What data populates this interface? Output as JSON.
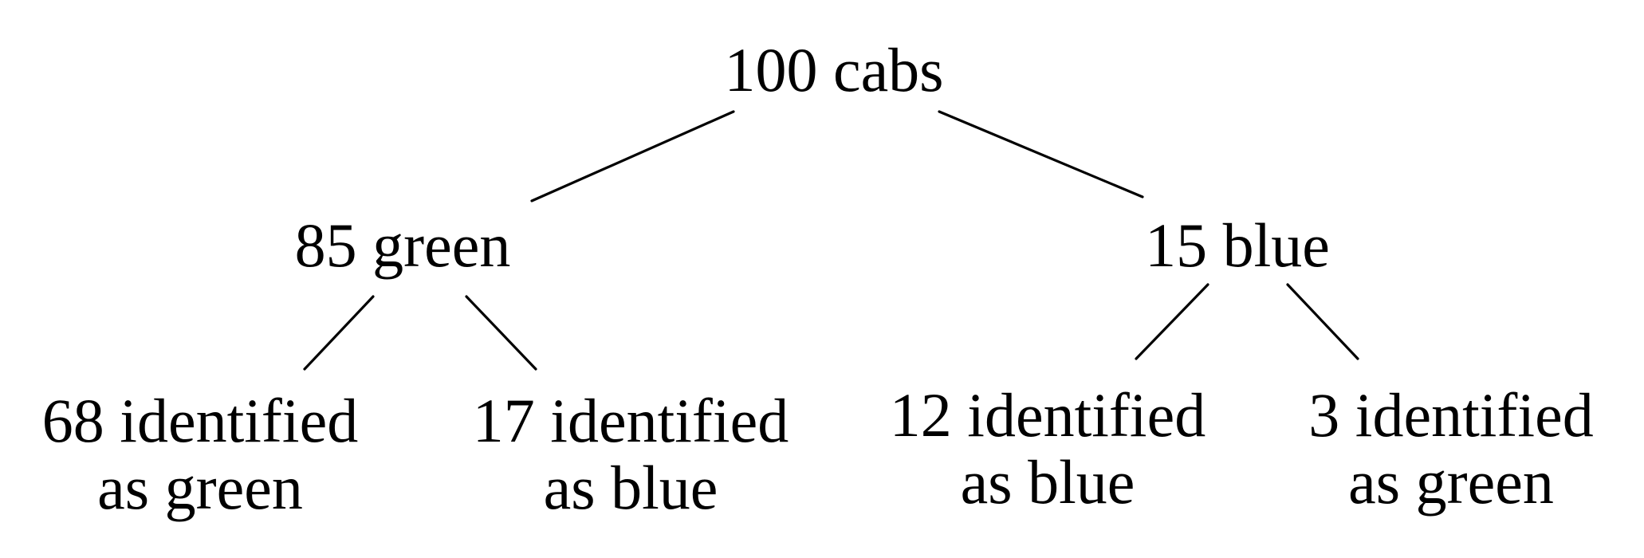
{
  "diagram": {
    "type": "probability-tree",
    "background_color": "#ffffff",
    "text_color": "#000000",
    "edge_color": "#000000",
    "nodes": {
      "root": {
        "label": "100 cabs"
      },
      "green": {
        "label": "85 green"
      },
      "blue": {
        "label": "15 blue"
      },
      "green_as_green": {
        "line1": "68 identified",
        "line2": "as green"
      },
      "green_as_blue": {
        "line1": "17 identified",
        "line2": "as blue"
      },
      "blue_as_blue": {
        "line1": "12 identified",
        "line2": "as blue"
      },
      "blue_as_green": {
        "line1": "3 identified",
        "line2": "as green"
      }
    },
    "edges": [
      {
        "from": "100 cabs",
        "to": "85 green"
      },
      {
        "from": "100 cabs",
        "to": "15 blue"
      },
      {
        "from": "85 green",
        "to": "68 identified as green"
      },
      {
        "from": "85 green",
        "to": "17 identified as blue"
      },
      {
        "from": "15 blue",
        "to": "12 identified as blue"
      },
      {
        "from": "15 blue",
        "to": "3 identified as green"
      }
    ]
  }
}
